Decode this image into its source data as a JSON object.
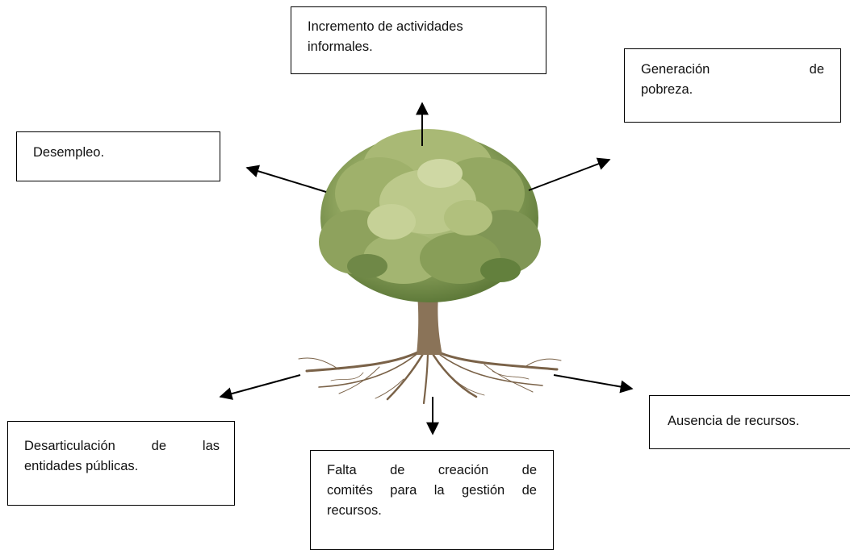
{
  "boxes": {
    "top": "Incremento de actividades informales.",
    "right_top_line1": "Generación de",
    "right_top_line2": "pobreza.",
    "left_top": "Desempleo.",
    "left_bottom_line1": "Desarticulación de las",
    "left_bottom_line2": "entidades públicas.",
    "bottom_line1": "Falta de creación de",
    "bottom_line2": "comités para la gestión de",
    "bottom_line3": "recursos.",
    "right_bottom": "Ausencia de recursos."
  },
  "colors": {
    "foliage_dark": "#5f7a3a",
    "foliage_mid": "#8fa45e",
    "foliage_light": "#c4cf94",
    "trunk": "#8a7358",
    "roots": "#7a6248"
  }
}
